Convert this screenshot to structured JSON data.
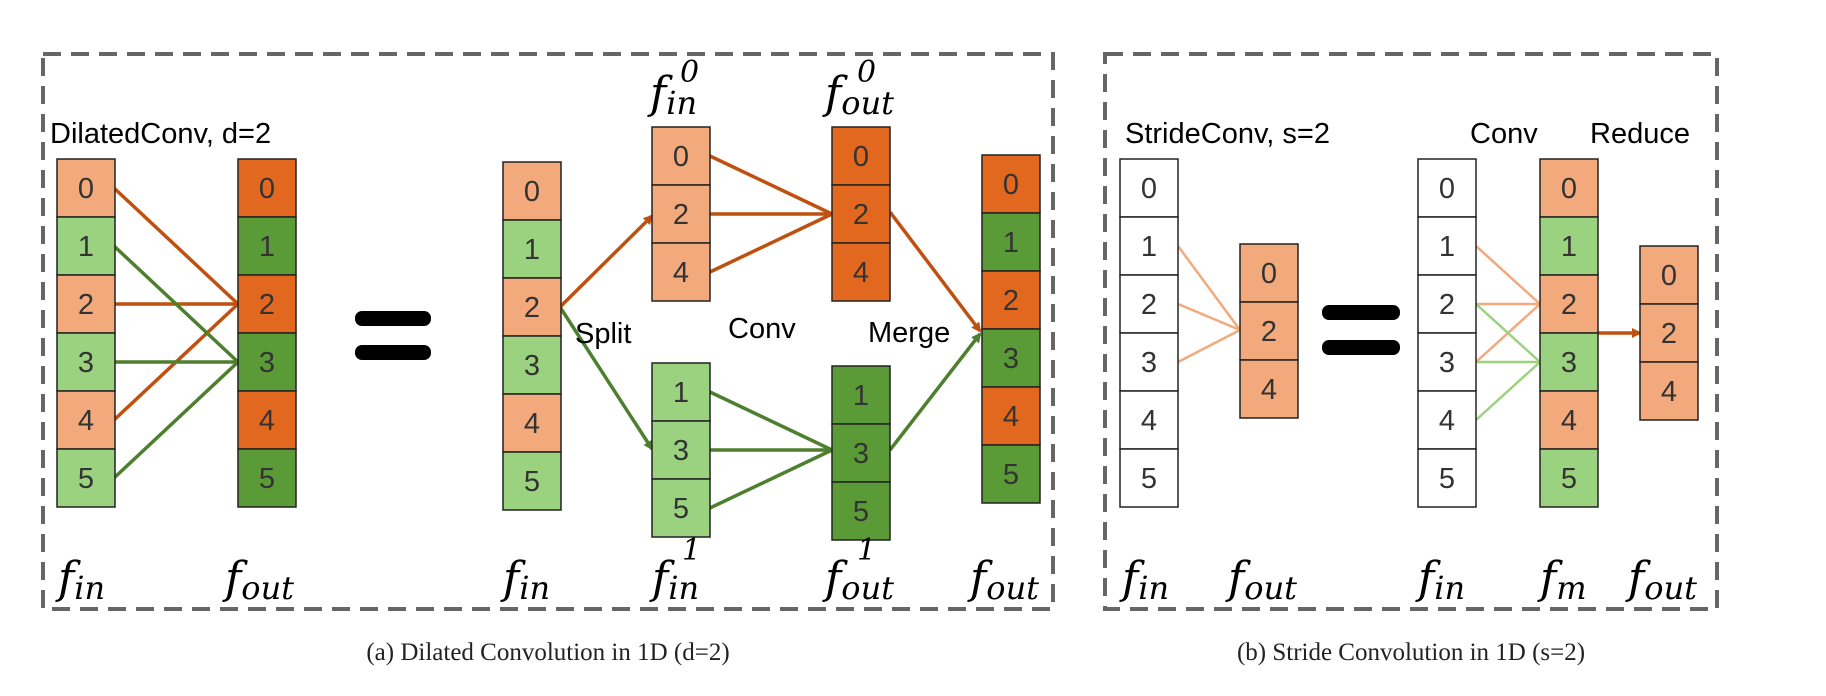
{
  "panel_a": {
    "dilated_label": "DilatedConv, d=2",
    "split_label": "Split",
    "conv_label": "Conv",
    "merge_label": "Merge",
    "caption": "(a) Dilated Convolution in 1D (d=2)",
    "fin_base": "f",
    "fin_sub": "in",
    "fout_base": "f",
    "fout_sub": "out",
    "sup0": "0",
    "sup1": "1",
    "cells_full": [
      "0",
      "1",
      "2",
      "3",
      "4",
      "5"
    ],
    "cells_even": [
      "0",
      "2",
      "4"
    ],
    "cells_odd": [
      "1",
      "3",
      "5"
    ]
  },
  "panel_b": {
    "stride_label": "StrideConv, s=2",
    "conv_label": "Conv",
    "reduce_label": "Reduce",
    "caption": "(b) Stride Convolution in 1D (s=2)",
    "fm_sub": "m",
    "cells_full": [
      "0",
      "1",
      "2",
      "3",
      "4",
      "5"
    ],
    "cells_even": [
      "0",
      "2",
      "4"
    ]
  },
  "colors": {
    "orange_light": "#F2A97C",
    "green_light": "#9BD27F",
    "orange_dark": "#E3681F",
    "green_dark": "#5A9B37",
    "edge_orange": "#C0500F",
    "edge_green": "#4E7F2E",
    "edge_orange_light": "#F2A97C",
    "edge_green_light": "#9BD27F",
    "dash": "#666666"
  }
}
